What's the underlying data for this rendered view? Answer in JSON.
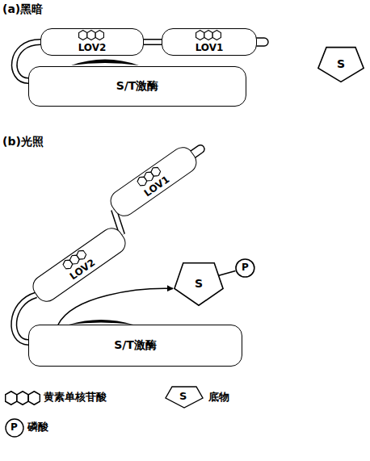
{
  "diagram": {
    "nodes": [
      {
        "text": [
          "LOV2"
        ]
      },
      {
        "text": [
          "LOV1"
        ]
      },
      {
        "text": [
          "S/T激酶"
        ]
      },
      {
        "text": [
          "S"
        ]
      },
      {
        "text": [
          "LOV1"
        ]
      },
      {
        "text": [
          "LOV2"
        ]
      },
      {
        "text": [
          "S"
        ]
      },
      {
        "text": [
          "P"
        ]
      },
      {
        "text": [
          "S/T激酶"
        ]
      }
    ],
    "edges": [
      {
        "from": 0,
        "to": 1,
        "arrow": "none"
      },
      {
        "from": 0,
        "to": 2,
        "arrow": "none"
      },
      {
        "from": 5,
        "to": 4,
        "arrow": "none"
      },
      {
        "from": 5,
        "to": 8,
        "arrow": "none"
      },
      {
        "from": 8,
        "to": 6,
        "arrow": "to"
      },
      {
        "from": 6,
        "to": 7,
        "arrow": "none"
      }
    ],
    "labels": [
      "(a)黑暗",
      "(b)光照",
      "S",
      "P"
    ],
    "legend": [
      {
        "text": "黄素单核苷酸"
      },
      {
        "text": "底物"
      },
      {
        "text": "磷酸"
      }
    ]
  }
}
